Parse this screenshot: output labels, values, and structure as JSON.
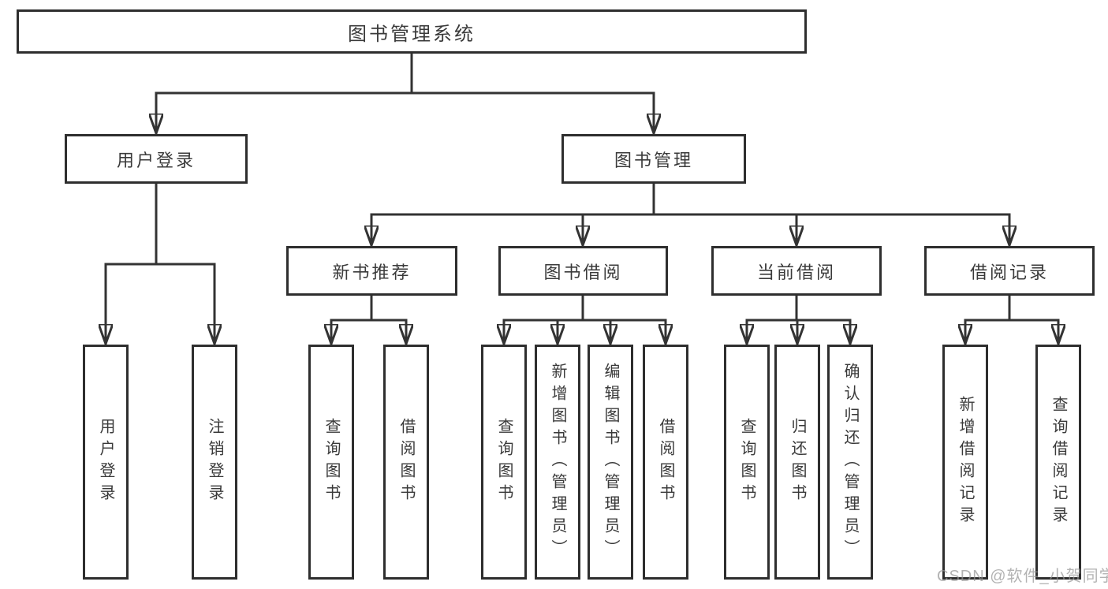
{
  "tree": {
    "label": "图书管理系统",
    "children": [
      {
        "label": "用户登录",
        "children": [
          {
            "label": "用户登录"
          },
          {
            "label": "注销登录"
          }
        ]
      },
      {
        "label": "图书管理",
        "children": [
          {
            "label": "新书推荐",
            "children": [
              {
                "label": "查询图书"
              },
              {
                "label": "借阅图书"
              }
            ]
          },
          {
            "label": "图书借阅",
            "children": [
              {
                "label": "查询图书"
              },
              {
                "label": "新增图书（管理员）"
              },
              {
                "label": "编辑图书（管理员）"
              },
              {
                "label": "借阅图书"
              }
            ]
          },
          {
            "label": "当前借阅",
            "children": [
              {
                "label": "查询图书"
              },
              {
                "label": "归还图书"
              },
              {
                "label": "确认归还（管理员）"
              }
            ]
          },
          {
            "label": "借阅记录",
            "children": [
              {
                "label": "新增借阅记录"
              },
              {
                "label": "查询借阅记录"
              }
            ]
          }
        ]
      }
    ]
  },
  "watermark": "CSDN @软件_小贺同学",
  "colors": {
    "line": "#333333",
    "box_border": "#2e2e2e",
    "box_fill": "#ffffff",
    "text": "#3a3a3a",
    "watermark": "#969696",
    "background": "#ffffff"
  }
}
